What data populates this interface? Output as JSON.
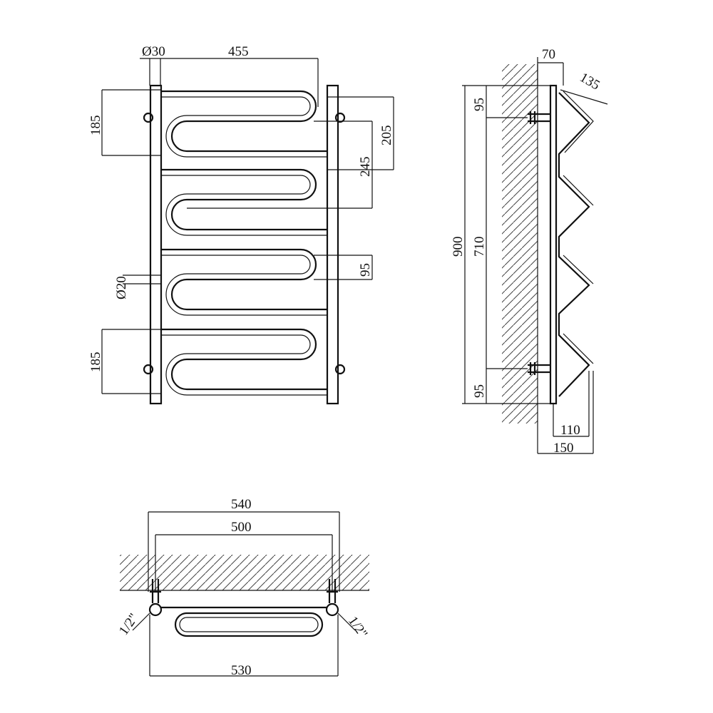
{
  "front_view": {
    "dim_pipe_diameter": "Ø30",
    "dim_width_455": "455",
    "dim_top_185": "185",
    "dim_205": "205",
    "dim_245": "245",
    "dim_95": "95",
    "dim_small_pipe": "Ø20",
    "dim_bottom_185": "185"
  },
  "side_view": {
    "dim_70": "70",
    "dim_135": "135",
    "dim_top_95": "95",
    "dim_900": "900",
    "dim_710": "710",
    "dim_bottom_95": "95",
    "dim_110": "110",
    "dim_150": "150"
  },
  "top_view": {
    "dim_540": "540",
    "dim_500": "500",
    "dim_530": "530",
    "thread_left": "1/2\"",
    "thread_right": "1/2\""
  }
}
